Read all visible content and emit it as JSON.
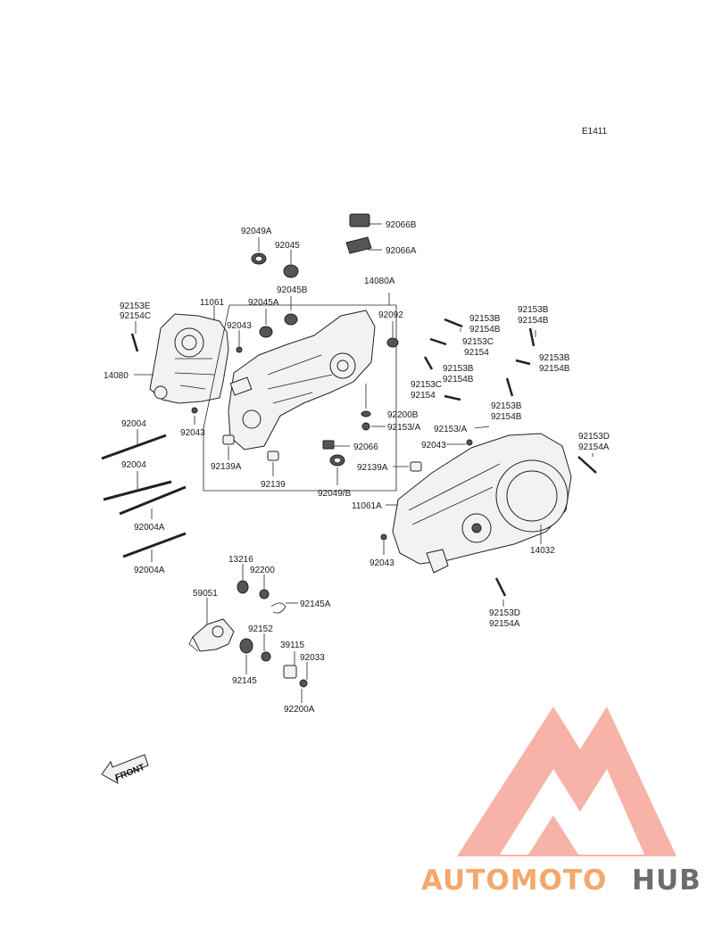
{
  "diagram": {
    "code": "E1411",
    "front_label": "FRONT",
    "labels": [
      {
        "id": "l1",
        "text": "92066B"
      },
      {
        "id": "l2",
        "text": "92066A"
      },
      {
        "id": "l3",
        "text": "92049A"
      },
      {
        "id": "l4",
        "text": "92045"
      },
      {
        "id": "l5",
        "text": "92045B"
      },
      {
        "id": "l6",
        "text": "92045A"
      },
      {
        "id": "l7",
        "text": "14080A"
      },
      {
        "id": "l8",
        "text": "92092"
      },
      {
        "id": "l9",
        "text": "92153E"
      },
      {
        "id": "l10",
        "text": "92154C"
      },
      {
        "id": "l11",
        "text": "11061"
      },
      {
        "id": "l12",
        "text": "92043"
      },
      {
        "id": "l13",
        "text": "14080"
      },
      {
        "id": "l14",
        "text": "92043"
      },
      {
        "id": "l15",
        "text": "92153B"
      },
      {
        "id": "l16",
        "text": "92154B"
      },
      {
        "id": "l17",
        "text": "92153B"
      },
      {
        "id": "l18",
        "text": "92154B"
      },
      {
        "id": "l19",
        "text": "92153C"
      },
      {
        "id": "l20",
        "text": "92154"
      },
      {
        "id": "l21",
        "text": "92153B"
      },
      {
        "id": "l22",
        "text": "92154B"
      },
      {
        "id": "l23",
        "text": "92153B"
      },
      {
        "id": "l24",
        "text": "92154B"
      },
      {
        "id": "l25",
        "text": "92153C"
      },
      {
        "id": "l26",
        "text": "92154"
      },
      {
        "id": "l27",
        "text": "92153B"
      },
      {
        "id": "l28",
        "text": "92154B"
      },
      {
        "id": "l29",
        "text": "92200B"
      },
      {
        "id": "l30",
        "text": "92153/A"
      },
      {
        "id": "l31",
        "text": "92153/A"
      },
      {
        "id": "l32",
        "text": "92043"
      },
      {
        "id": "l33",
        "text": "92153D"
      },
      {
        "id": "l34",
        "text": "92154A"
      },
      {
        "id": "l35",
        "text": "92004"
      },
      {
        "id": "l36",
        "text": "92004"
      },
      {
        "id": "l37",
        "text": "92004A"
      },
      {
        "id": "l38",
        "text": "92004A"
      },
      {
        "id": "l39",
        "text": "92139A"
      },
      {
        "id": "l40",
        "text": "92139"
      },
      {
        "id": "l41",
        "text": "92066"
      },
      {
        "id": "l42",
        "text": "92049/B"
      },
      {
        "id": "l43",
        "text": "92139A"
      },
      {
        "id": "l44",
        "text": "11061A"
      },
      {
        "id": "l45",
        "text": "92043"
      },
      {
        "id": "l46",
        "text": "14032"
      },
      {
        "id": "l47",
        "text": "92153D"
      },
      {
        "id": "l48",
        "text": "92154A"
      },
      {
        "id": "l49",
        "text": "13216"
      },
      {
        "id": "l50",
        "text": "92200"
      },
      {
        "id": "l51",
        "text": "92145A"
      },
      {
        "id": "l52",
        "text": "59051"
      },
      {
        "id": "l53",
        "text": "92152"
      },
      {
        "id": "l54",
        "text": "39115"
      },
      {
        "id": "l55",
        "text": "92033"
      },
      {
        "id": "l56",
        "text": "92145"
      },
      {
        "id": "l57",
        "text": "92200A"
      }
    ]
  },
  "watermark": {
    "part1": "AUTOMOTO",
    "part2": "HUB",
    "color_primary": "#f08a6e",
    "color_secondary": "#f6b26b",
    "color_dark": "#6d6d6d"
  }
}
